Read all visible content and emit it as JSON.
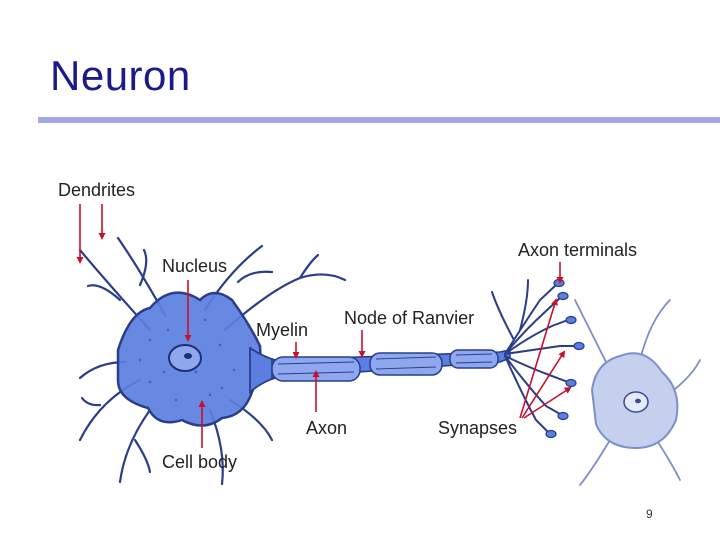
{
  "slide": {
    "title": "Neuron",
    "page_number": "9"
  },
  "diagram": {
    "labels": {
      "dendrites": "Dendrites",
      "nucleus": "Nucleus",
      "myelin": "Myelin",
      "node_of_ranvier": "Node of Ranvier",
      "axon_terminals": "Axon terminals",
      "cell_body": "Cell body",
      "axon": "Axon",
      "synapses": "Synapses"
    },
    "colors": {
      "neuron_fill": "#5b7fe0",
      "neuron_outline": "#2a3d8a",
      "second_cell_fill": "#c4d0ee",
      "arrow": "#c8102e",
      "title": "#1a1a8c",
      "rule": "#a5a8e6"
    }
  }
}
